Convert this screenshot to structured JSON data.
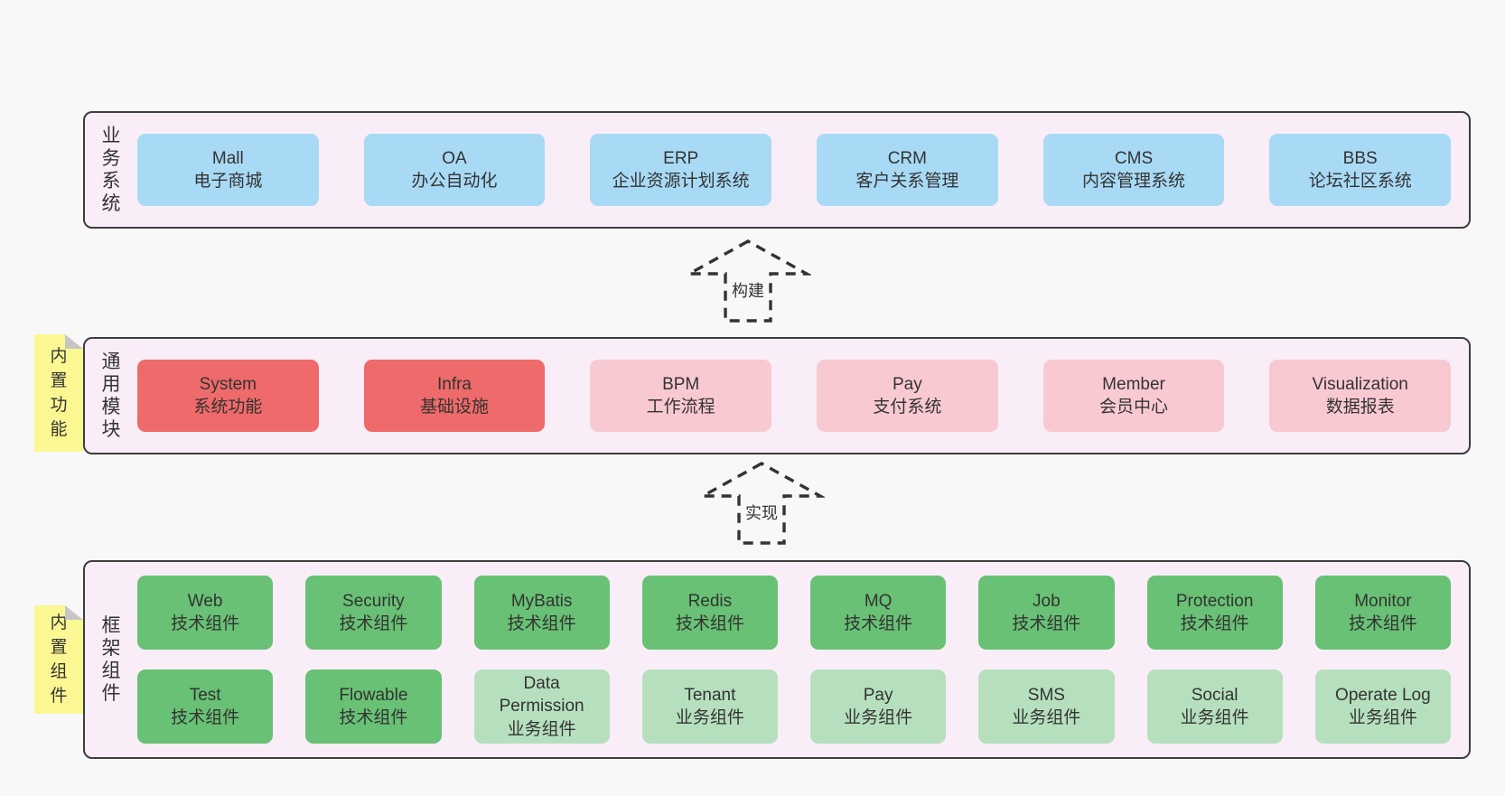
{
  "colors": {
    "page_bg": "#f8f8f8",
    "section_bg": "#f9eef7",
    "section_border": "#3d3d3d",
    "business_box": "#a8daf5",
    "core_module_box": "#ef6a6a",
    "optional_module_box": "#f9c9d2",
    "tech_component_box": "#68c174",
    "biz_component_box": "#b6e0bd",
    "sticky_note": "#fbf893",
    "text": "#333333"
  },
  "sections": {
    "business": {
      "label": "业务系统",
      "boxes": [
        {
          "en": "Mall",
          "zh": "电子商城"
        },
        {
          "en": "OA",
          "zh": "办公自动化"
        },
        {
          "en": "ERP",
          "zh": "企业资源计划系统"
        },
        {
          "en": "CRM",
          "zh": "客户关系管理"
        },
        {
          "en": "CMS",
          "zh": "内容管理系统"
        },
        {
          "en": "BBS",
          "zh": "论坛社区系统"
        }
      ]
    },
    "modules": {
      "label": "通用模块",
      "sticky": "内置功能",
      "boxes": [
        {
          "en": "System",
          "zh": "系统功能"
        },
        {
          "en": "Infra",
          "zh": "基础设施"
        },
        {
          "en": "BPM",
          "zh": "工作流程"
        },
        {
          "en": "Pay",
          "zh": "支付系统"
        },
        {
          "en": "Member",
          "zh": "会员中心"
        },
        {
          "en": "Visualization",
          "zh": "数据报表"
        }
      ]
    },
    "components": {
      "label": "框架组件",
      "sticky": "内置组件",
      "row1": [
        {
          "en": "Web",
          "zh": "技术组件"
        },
        {
          "en": "Security",
          "zh": "技术组件"
        },
        {
          "en": "MyBatis",
          "zh": "技术组件"
        },
        {
          "en": "Redis",
          "zh": "技术组件"
        },
        {
          "en": "MQ",
          "zh": "技术组件"
        },
        {
          "en": "Job",
          "zh": "技术组件"
        },
        {
          "en": "Protection",
          "zh": "技术组件"
        },
        {
          "en": "Monitor",
          "zh": "技术组件"
        }
      ],
      "row2": [
        {
          "en": "Test",
          "zh": "技术组件"
        },
        {
          "en": "Flowable",
          "zh": "技术组件"
        },
        {
          "en": "Data Permission",
          "zh": "业务组件"
        },
        {
          "en": "Tenant",
          "zh": "业务组件"
        },
        {
          "en": "Pay",
          "zh": "业务组件"
        },
        {
          "en": "SMS",
          "zh": "业务组件"
        },
        {
          "en": "Social",
          "zh": "业务组件"
        },
        {
          "en": "Operate Log",
          "zh": "业务组件"
        }
      ]
    }
  },
  "arrows": {
    "build": "构建",
    "implement": "实现"
  }
}
